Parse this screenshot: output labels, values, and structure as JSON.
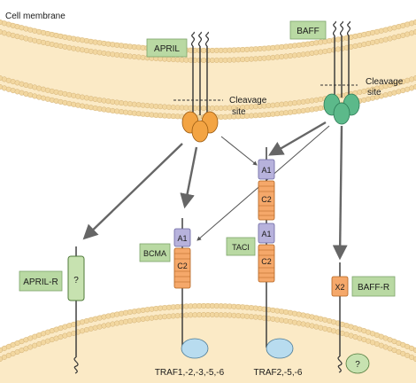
{
  "labels": {
    "cell_membrane": "Cell membrane",
    "cleavage_left_1": "Cleavage",
    "cleavage_left_2": "site",
    "cleavage_right_1": "Cleavage",
    "cleavage_right_2": "site",
    "traf_left": "TRAF1,-2,-3,-5,-6",
    "traf_right": "TRAF2,-5,-6"
  },
  "ligands": {
    "april": "APRIL",
    "baff": "BAFF"
  },
  "receptors": {
    "april_r": "APRIL-R",
    "april_r_domain": "?",
    "bcma": "BCMA",
    "bcma_a1": "A1",
    "bcma_c2": "C2",
    "taci": "TACI",
    "taci_a1_top": "A1",
    "taci_c2_top": "C2",
    "taci_a1_bottom": "A1",
    "taci_c2_bottom": "C2",
    "baff_r": "BAFF-R",
    "baff_r_x2": "X2",
    "baff_r_unknown": "?"
  },
  "colors": {
    "membrane_fill": "#fbeac6",
    "lipid_head": "#f2d7a0",
    "green_box": "#b9d9a3",
    "april_orange": "#f3a443",
    "baff_green": "#5cb98a",
    "domain_purple": "#b7b2dc",
    "domain_orange": "#f5a86a",
    "traf_blue": "#b8dcef",
    "unknown_green": "#c7e2b0"
  }
}
